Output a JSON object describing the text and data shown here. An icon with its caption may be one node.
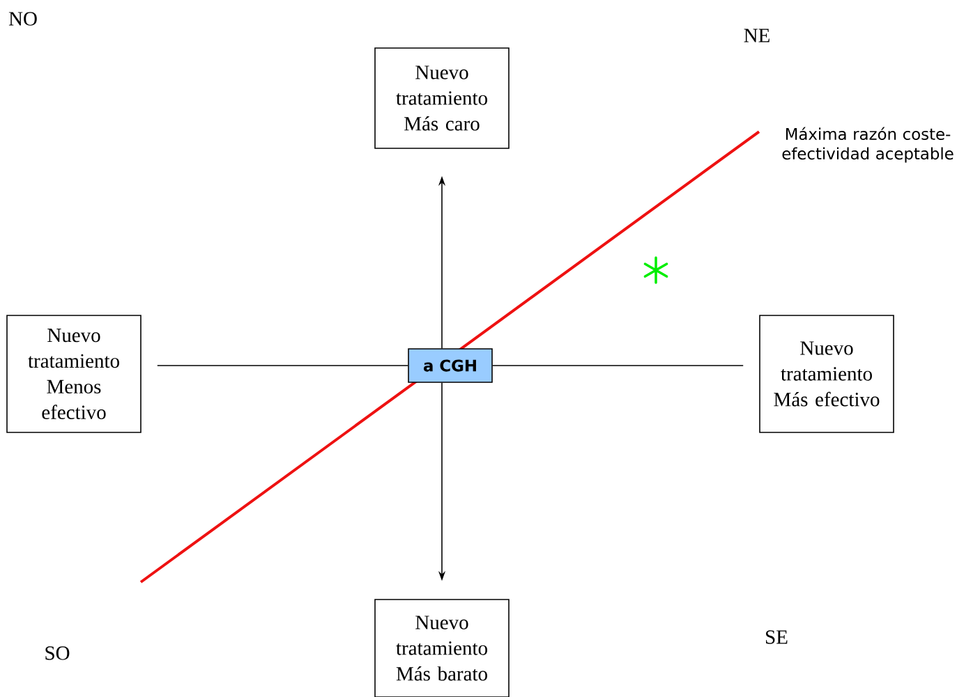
{
  "diagram": {
    "nodes": [
      {
        "text": [
          "Nuevo tratamiento Más caro"
        ]
      },
      {
        "text": [
          "Nuevo tratamiento Menos efectivo"
        ]
      },
      {
        "text": [
          "a CGH"
        ]
      },
      {
        "text": [
          "Nuevo tratamiento Más efectivo"
        ]
      },
      {
        "text": [
          "Nuevo tratamiento Más barato"
        ]
      }
    ],
    "edges": [
      {
        "from": 2,
        "to": 0,
        "arrow": "to"
      },
      {
        "from": 2,
        "to": 1,
        "arrow": "none"
      },
      {
        "from": 2,
        "to": 3,
        "arrow": "none"
      },
      {
        "from": 2,
        "to": 4,
        "arrow": "to"
      }
    ],
    "labels": [
      "NO",
      "NE",
      "Máxima razón coste-efectividad aceptable",
      "SE",
      "SO"
    ]
  }
}
